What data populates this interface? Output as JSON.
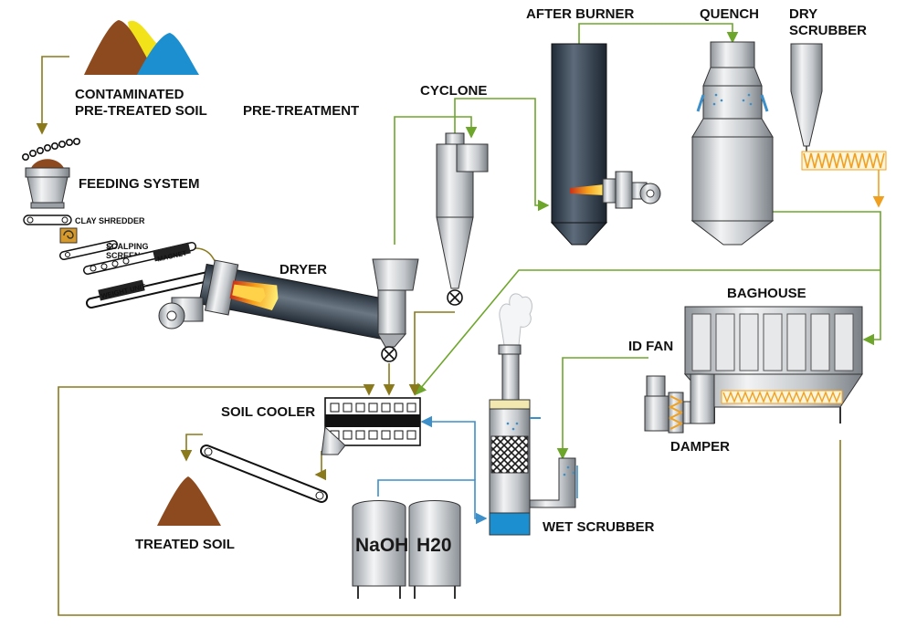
{
  "labels": {
    "contaminated_line1": "CONTAMINATED",
    "contaminated_line2": "PRE-TREATED SOIL",
    "pre_treatment": "PRE-TREATMENT",
    "feeding_system": "FEEDING SYSTEM",
    "clay_shredder": "CLAY SHREDDER",
    "scalping_line1": "SCALPING",
    "scalping_line2": "SCREEN",
    "magnet": "MAGNET",
    "weight_unit": "WEIGHT UNIT",
    "dryer": "DRYER",
    "cyclone": "CYCLONE",
    "after_burner": "AFTER BURNER",
    "quench": "QUENCH",
    "dry_scrubber_line1": "DRY",
    "dry_scrubber_line2": "SCRUBBER",
    "baghouse": "BAGHOUSE",
    "id_fan": "ID FAN",
    "damper": "DAMPER",
    "soil_cooler": "SOIL COOLER",
    "treated_soil": "TREATED SOIL",
    "wet_scrubber": "WET SCRUBBER",
    "naoh": "NaOH",
    "h2o": "H20"
  },
  "colors": {
    "gas_line": "#6ea62c",
    "solids_line": "#8a7a1c",
    "water_line": "#3c8fc8",
    "soil_brown": "#8c4a1e",
    "soil_yellow": "#f2e21a",
    "soil_blue": "#1c8fd0",
    "steel_dark": "#2e3a48",
    "steel_light": "#d4d6d8",
    "flame_orange": "#f28c1c",
    "heater_coil": "#f0a020"
  }
}
